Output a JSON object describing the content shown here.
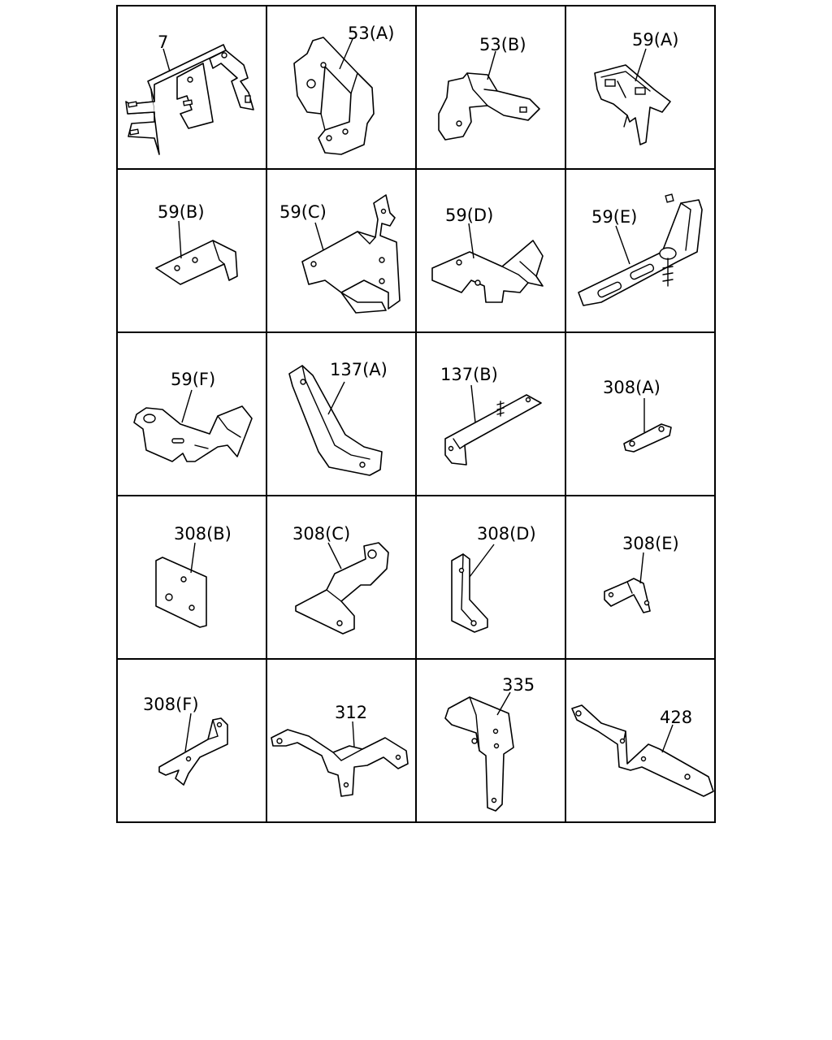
{
  "diagram": {
    "rows": 5,
    "columns": 4,
    "cells": [
      {
        "callout": "7"
      },
      {
        "callout": "53(A)"
      },
      {
        "callout": "53(B)"
      },
      {
        "callout": "59(A)"
      },
      {
        "callout": "59(B)"
      },
      {
        "callout": "59(C)"
      },
      {
        "callout": "59(D)"
      },
      {
        "callout": "59(E)"
      },
      {
        "callout": "59(F)"
      },
      {
        "callout": "137(A)"
      },
      {
        "callout": "137(B)"
      },
      {
        "callout": "308(A)"
      },
      {
        "callout": "308(B)"
      },
      {
        "callout": "308(C)"
      },
      {
        "callout": "308(D)"
      },
      {
        "callout": "308(E)"
      },
      {
        "callout": "308(F)"
      },
      {
        "callout": "312"
      },
      {
        "callout": "335"
      },
      {
        "callout": "428"
      }
    ]
  }
}
